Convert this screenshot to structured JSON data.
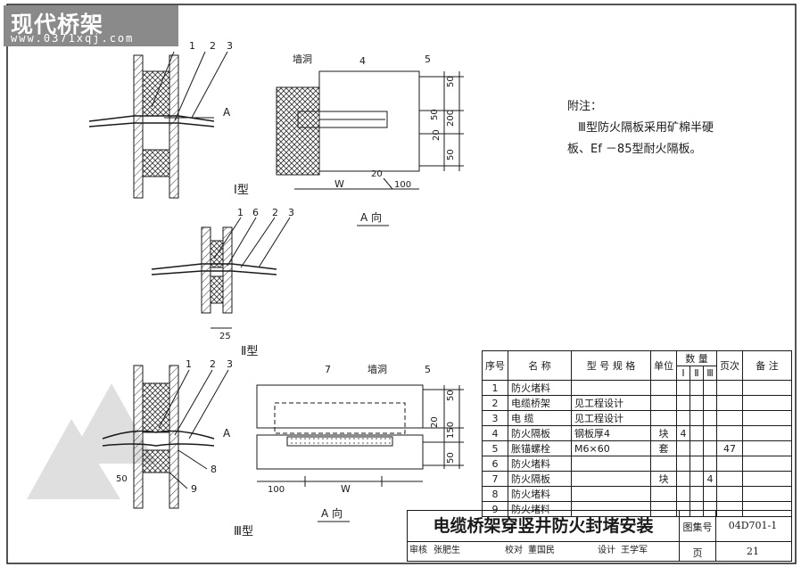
{
  "logo": {
    "brand": "现代桥架",
    "url": "www.0371xqj.com"
  },
  "views": {
    "type1": "Ⅰ型",
    "type2": "Ⅱ型",
    "type3": "Ⅲ型",
    "a_view": "A 向",
    "a_mark": "A",
    "hole": "墙洞",
    "dims": {
      "d50a": "50",
      "d200": "200",
      "d20a": "20",
      "d50b": "50",
      "d50c": "50",
      "w": "W",
      "d20b": "20",
      "d100a": "100",
      "d25": "25",
      "d50d": "50",
      "d20c": "20",
      "d150": "150",
      "d50e": "50",
      "d100b": "100",
      "d50f": "50"
    },
    "callouts": [
      "1",
      "2",
      "3",
      "4",
      "5",
      "1",
      "6",
      "2",
      "3",
      "1",
      "2",
      "3",
      "7",
      "5",
      "8",
      "9"
    ]
  },
  "notes": {
    "heading": "附注：",
    "line1": "Ⅲ型防火隔板采用矿棉半硬",
    "line2": "板、Ef －85型耐火隔板。"
  },
  "bom": {
    "headers": {
      "no": "序号",
      "name": "名    称",
      "spec": "型 号 规 格",
      "unit": "单位",
      "qty": "数  量",
      "q1": "Ⅰ",
      "q2": "Ⅱ",
      "q3": "Ⅲ",
      "page": "页次",
      "remark": "备    注"
    },
    "rows": [
      {
        "no": "1",
        "name": "防火堵料",
        "spec": "",
        "unit": "",
        "q1": "",
        "q2": "",
        "q3": "",
        "page": ""
      },
      {
        "no": "2",
        "name": "电缆桥架",
        "spec": "见工程设计",
        "unit": "",
        "q1": "",
        "q2": "",
        "q3": "",
        "page": ""
      },
      {
        "no": "3",
        "name": "电    缆",
        "spec": "见工程设计",
        "unit": "",
        "q1": "",
        "q2": "",
        "q3": "",
        "page": ""
      },
      {
        "no": "4",
        "name": "防火隔板",
        "spec": "钢板厚4",
        "unit": "块",
        "q1": "4",
        "q2": "",
        "q3": "",
        "page": ""
      },
      {
        "no": "5",
        "name": "胀锚螺栓",
        "spec": "M6×60",
        "unit": "套",
        "q1": "",
        "q2": "",
        "q3": "",
        "page": "47"
      },
      {
        "no": "6",
        "name": "防火堵料",
        "spec": "",
        "unit": "",
        "q1": "",
        "q2": "",
        "q3": "",
        "page": ""
      },
      {
        "no": "7",
        "name": "防火隔板",
        "spec": "",
        "unit": "块",
        "q1": "",
        "q2": "",
        "q3": "4",
        "page": ""
      },
      {
        "no": "8",
        "name": "防火堵料",
        "spec": "",
        "unit": "",
        "q1": "",
        "q2": "",
        "q3": "",
        "page": ""
      },
      {
        "no": "9",
        "name": "防火堵料",
        "spec": "",
        "unit": "",
        "q1": "",
        "q2": "",
        "q3": "",
        "page": ""
      }
    ]
  },
  "title_block": {
    "title": "电缆桥架穿竖井防火封堵安装",
    "atlas_label": "图集号",
    "atlas_no": "04D701-1",
    "page_label": "页",
    "page_no": "21",
    "review_label": "审核",
    "review_name": "张肥生",
    "check_label": "校对",
    "check_name": "董国民",
    "design_label": "设计",
    "design_name": "王学军"
  }
}
